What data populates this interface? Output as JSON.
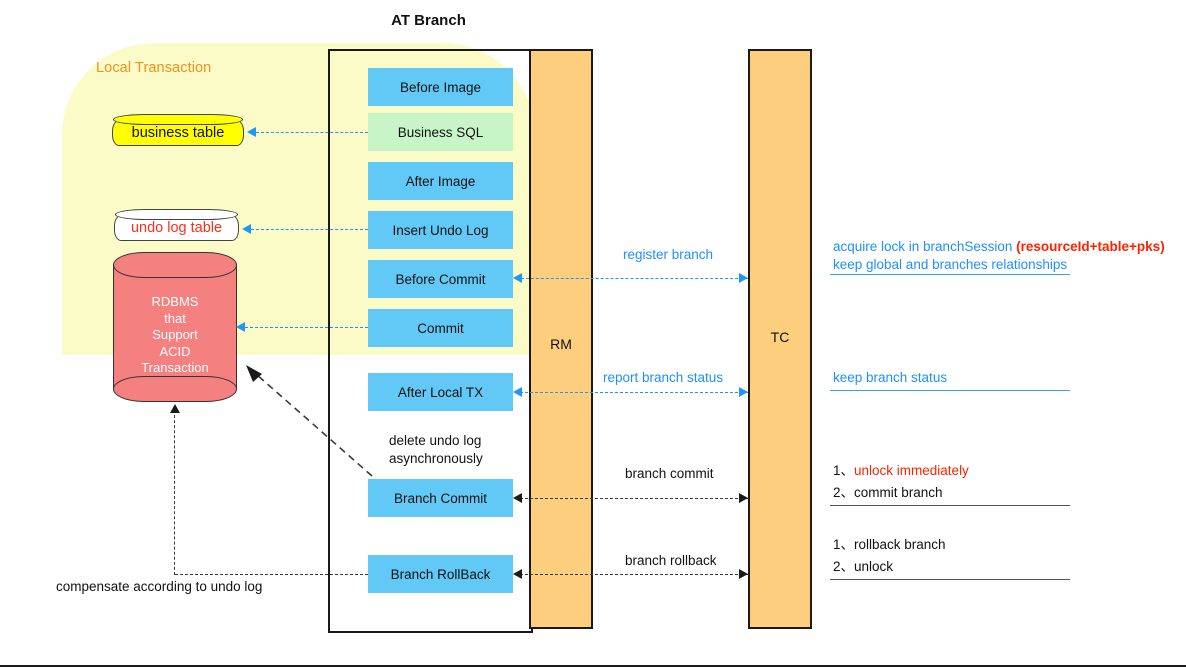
{
  "diagram": {
    "title": "AT Branch",
    "local_transaction_label": "Local Transaction",
    "colors": {
      "blob": "#fbfbc8",
      "blob_label": "#f59019",
      "flow_box": "#62c9f7",
      "flow_box_green": "#c8f5c8",
      "column": "#fcce7e",
      "db_cylinder": "#f48080",
      "business_table": "#ffff00",
      "blue_text": "#1e90ff",
      "red_text": "#ff2200",
      "border": "#1a1a1a"
    }
  },
  "columns": {
    "rm": "RM",
    "tc": "TC"
  },
  "stores": {
    "business_table": "business table",
    "undo_log_table": "undo log table",
    "rdbms_lines": [
      "RDBMS",
      "that",
      "Support",
      "ACID",
      "Transaction"
    ],
    "rdbms_text": "RDBMS\nthat\nSupport\nACID\nTransaction"
  },
  "flow_boxes": [
    {
      "label": "Before Image",
      "variant": "blue"
    },
    {
      "label": "Business SQL",
      "variant": "green"
    },
    {
      "label": "After Image",
      "variant": "blue"
    },
    {
      "label": "Insert Undo Log",
      "variant": "blue"
    },
    {
      "label": "Before Commit",
      "variant": "blue"
    },
    {
      "label": "Commit",
      "variant": "blue"
    },
    {
      "label": "After Local TX",
      "variant": "blue"
    },
    {
      "label": "Branch Commit",
      "variant": "blue"
    },
    {
      "label": "Branch RollBack",
      "variant": "blue"
    }
  ],
  "arrow_labels": {
    "register_branch": "register branch",
    "report_branch_status": "report branch status",
    "branch_commit": "branch commit",
    "branch_rollback": "branch rollback"
  },
  "annotations": {
    "delete_undo_log_line1": "delete undo log",
    "delete_undo_log_line2": "asynchronously",
    "compensate": "compensate according to undo log",
    "acquire_lock_prefix": "acquire lock in branchSession",
    "acquire_lock_red": "(resourceId+table+pks)",
    "keep_global": "keep global and branches relationships",
    "keep_branch_status": "keep branch status",
    "commit_item_1_num": "1、",
    "commit_item_1_text": "unlock immediately",
    "commit_item_2_num": "2、",
    "commit_item_2_text": "commit branch",
    "rollback_item_1_num": "1、",
    "rollback_item_1_text": "rollback branch",
    "rollback_item_2_num": "2、",
    "rollback_item_2_text": "unlock"
  }
}
